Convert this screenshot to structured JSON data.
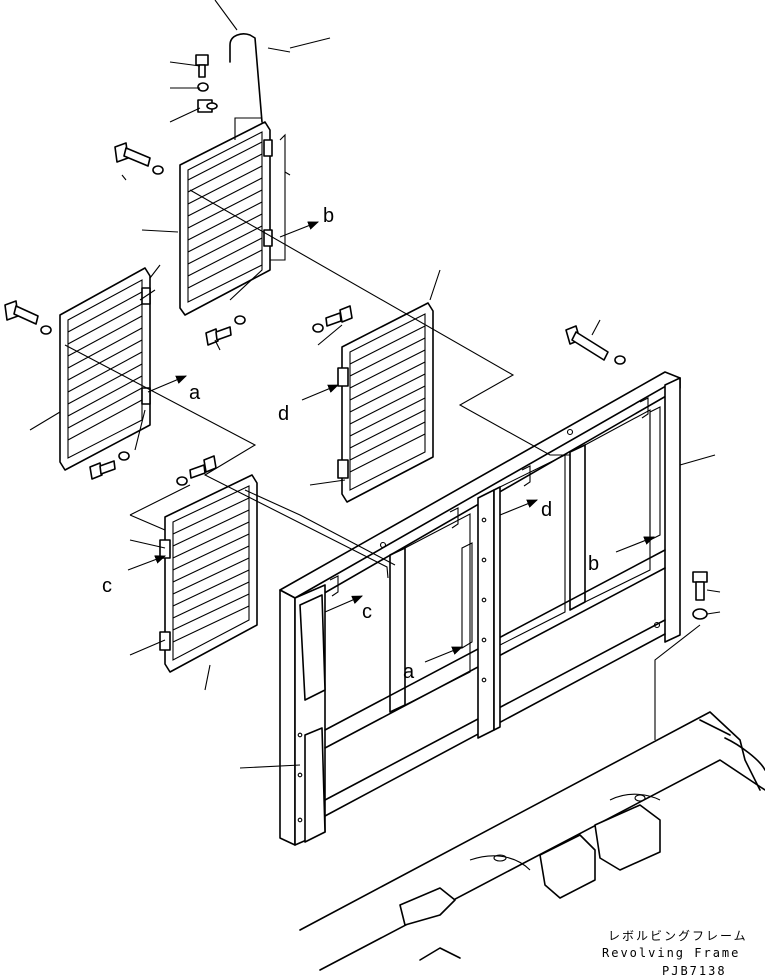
{
  "callouts": {
    "a1": "a",
    "a2": "a",
    "b1": "b",
    "b2": "b",
    "c1": "c",
    "c2": "c",
    "d1": "d",
    "d2": "d"
  },
  "caption": {
    "japanese": "レボルビングフレーム",
    "english": "Revolving Frame",
    "drawing_code": "PJB7138"
  }
}
